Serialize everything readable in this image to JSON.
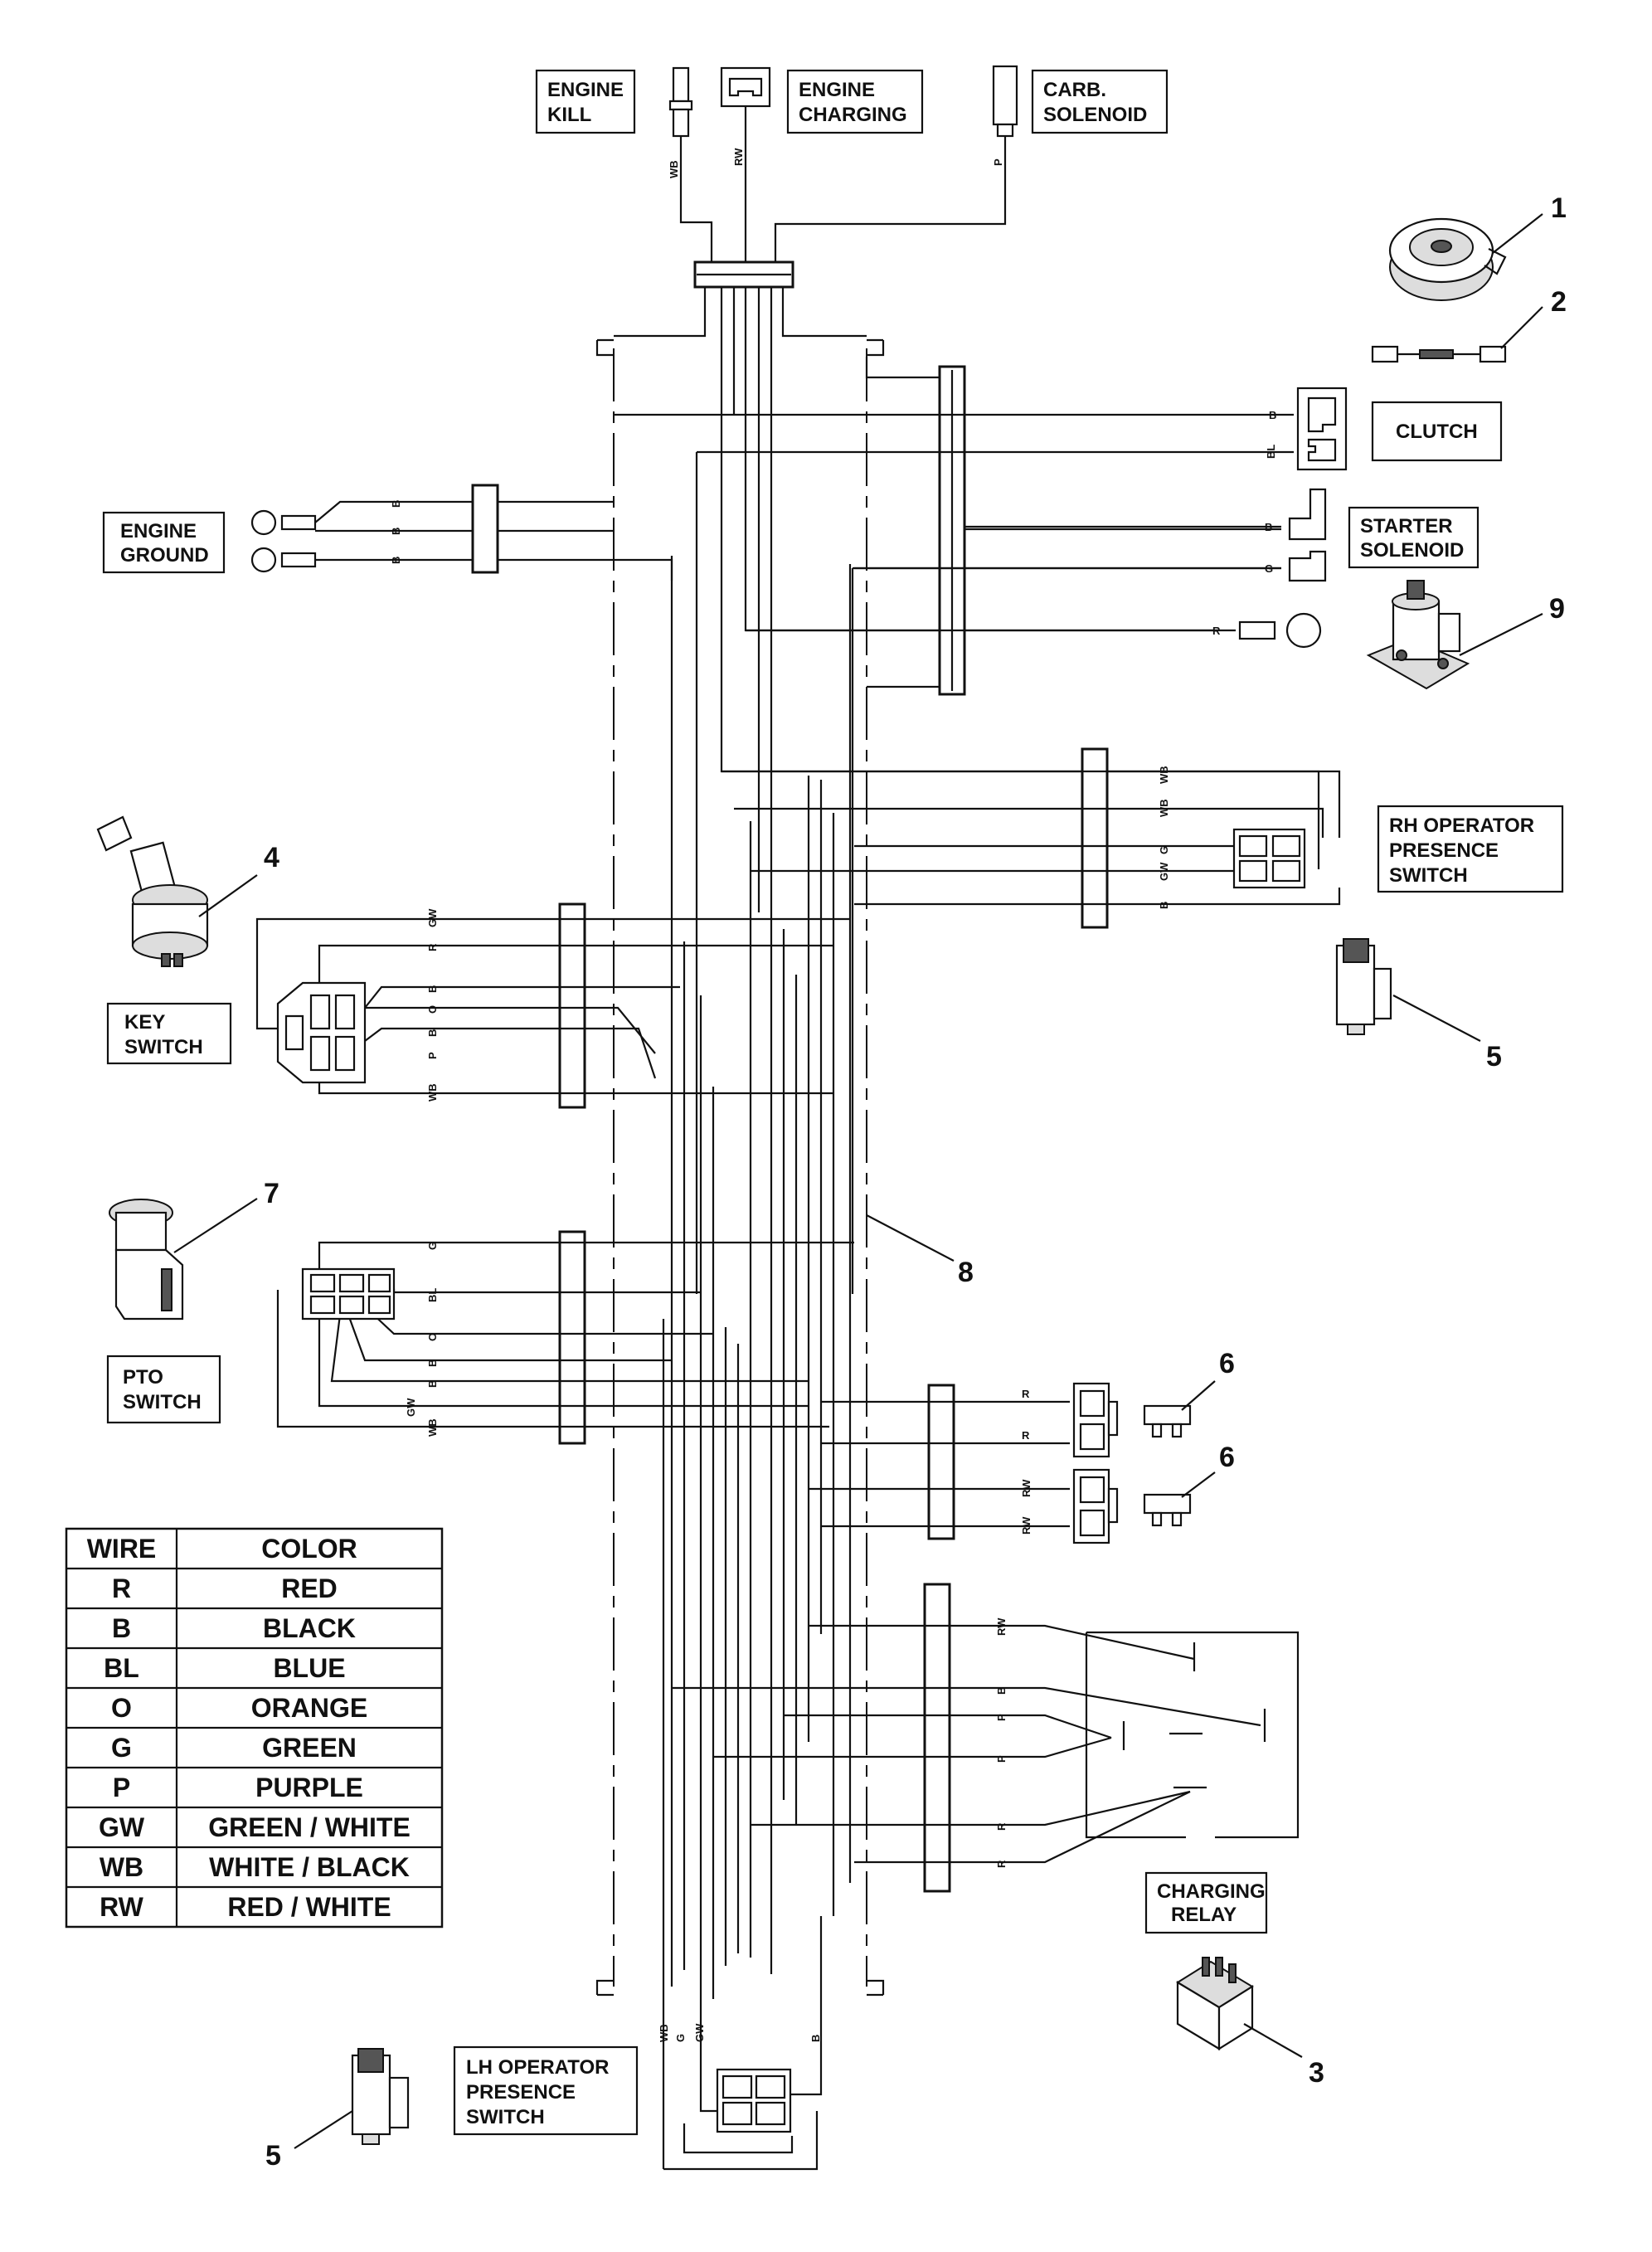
{
  "labels": {
    "engine_kill": [
      "ENGINE",
      "KILL"
    ],
    "engine_charging": [
      "ENGINE",
      "CHARGING"
    ],
    "carb_solenoid": [
      "CARB.",
      "SOLENOID"
    ],
    "clutch": [
      "CLUTCH"
    ],
    "engine_ground": [
      "ENGINE",
      "GROUND"
    ],
    "starter_solenoid": [
      "STARTER",
      "SOLENOID"
    ],
    "rh_operator_presence_switch": [
      "RH OPERATOR",
      "PRESENCE",
      "SWITCH"
    ],
    "key_switch": [
      "KEY",
      "SWITCH"
    ],
    "pto_switch": [
      "PTO",
      "SWITCH"
    ],
    "charging_relay": [
      "CHARGING",
      "RELAY"
    ],
    "lh_operator_presence_switch": [
      "LH OPERATOR",
      "PRESENCE",
      "SWITCH"
    ]
  },
  "callouts": {
    "clutch_part": "1",
    "fuse_link": "2",
    "relay": "3",
    "key_switch": "4",
    "rh_presence_switch": "5",
    "lh_presence_switch": "5",
    "fuse_top": "6",
    "fuse_bottom": "6",
    "pto_switch": "7",
    "harness": "8",
    "starter_solenoid": "9"
  },
  "wire_codes": {
    "engine_kill": "WB",
    "engine_charging": "RW",
    "carb_solenoid": "P",
    "clutch_1": "B",
    "clutch_2": "BL",
    "ground_1": "B",
    "ground_2": "B",
    "ground_3": "B",
    "starter_1": "B",
    "starter_2": "G",
    "starter_3": "R",
    "rh_1": "WB",
    "rh_2": "WB",
    "rh_3": "G",
    "rh_4": "GW",
    "rh_5": "B",
    "key_1": "GW",
    "key_2": "R",
    "key_3": "B",
    "key_4": "O",
    "key_5": "B",
    "key_6": "P",
    "key_7": "WB",
    "pto_1": "G",
    "pto_2": "BL",
    "pto_3": "O",
    "pto_4": "B",
    "pto_5": "B",
    "pto_6": "GW",
    "pto_7": "WB",
    "fuse_1": "R",
    "fuse_2": "R",
    "fuse_3": "RW",
    "fuse_4": "RW",
    "relay_1": "RW",
    "relay_2": "B",
    "relay_3": "P",
    "relay_4": "P",
    "relay_5": "R",
    "relay_6": "R",
    "lh_1": "WB",
    "lh_2": "G",
    "lh_3": "GW",
    "lh_4": "B"
  },
  "color_table": {
    "headers": [
      "WIRE",
      "COLOR"
    ],
    "rows": [
      [
        "R",
        "RED"
      ],
      [
        "B",
        "BLACK"
      ],
      [
        "BL",
        "BLUE"
      ],
      [
        "O",
        "ORANGE"
      ],
      [
        "G",
        "GREEN"
      ],
      [
        "P",
        "PURPLE"
      ],
      [
        "GW",
        "GREEN / WHITE"
      ],
      [
        "WB",
        "WHITE / BLACK"
      ],
      [
        "RW",
        "RED / WHITE"
      ]
    ]
  }
}
